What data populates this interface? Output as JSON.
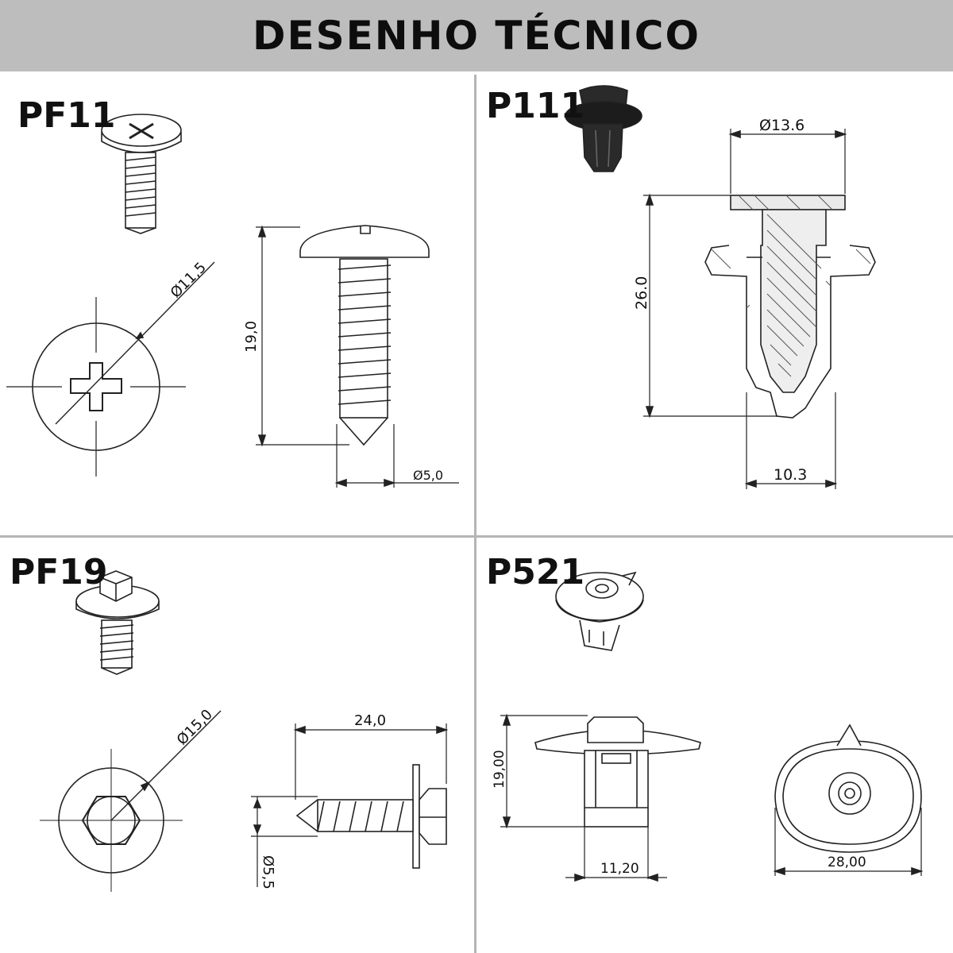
{
  "header": {
    "title": "DESENHO TÉCNICO"
  },
  "panels": [
    {
      "code": "PF11",
      "head_diameter": "11,5",
      "length": "19,0",
      "thread_diameter": "5,0"
    },
    {
      "code": "P111",
      "head_diameter": "13.6",
      "length": "26.0",
      "shank_width": "10.3"
    },
    {
      "code": "PF19",
      "head_diameter": "15,0",
      "length": "24,0",
      "thread_diameter": "5,5"
    },
    {
      "code": "P521",
      "height": "19,00",
      "body_width": "11,20",
      "flange_width": "28,00"
    }
  ],
  "colors": {
    "banner": "#bdbdbd",
    "divider": "#b5b5b5",
    "line": "#222222"
  }
}
